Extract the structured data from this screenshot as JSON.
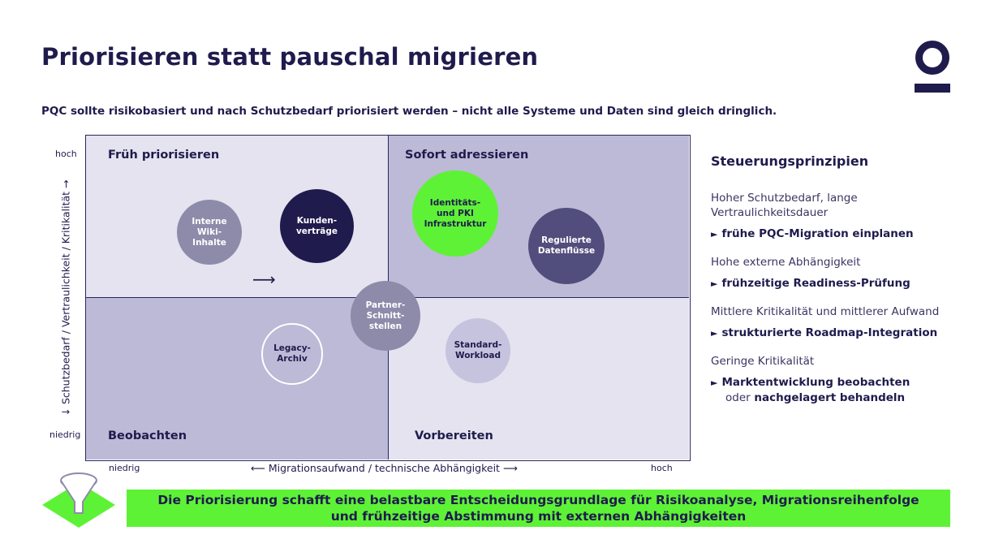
{
  "title": "Priorisieren statt pauschal migrieren",
  "subtitle": "PQC sollte risikobasiert und nach Schutzbedarf priorisiert werden – nicht alle Systeme und Daten sind gleich dringlich.",
  "colors": {
    "navy": "#1f1b4d",
    "green": "#5ef236",
    "lavender_light": "#e4e3ef",
    "lavender": "#bcbad6",
    "bubble_gray": "#8e8aaa",
    "bubble_slate": "#514d7c"
  },
  "matrix": {
    "quadrants": {
      "top_left": "Früh priorisieren",
      "top_right": "Sofort adressieren",
      "bottom_left": "Beobachten",
      "bottom_right": "Vorbereiten"
    },
    "y_axis": {
      "label": "↓  Schutzbedarf / Vertraulichkeit / Kritikalität  →",
      "high": "hoch",
      "low": "niedrig"
    },
    "x_axis": {
      "label": "⟵ Migrationsaufwand / technische Abhängigkeit ⟶",
      "low": "niedrig",
      "high": "hoch"
    },
    "arrow": "⟶",
    "bubbles": [
      {
        "label": "Interne\nWiki-\nInhalte",
        "style": "gray"
      },
      {
        "label": "Kunden-\nverträge",
        "style": "navy"
      },
      {
        "label": "Identitäts-\nund PKI\nInfrastruktur",
        "style": "green"
      },
      {
        "label": "Regulierte\nDatenflüsse",
        "style": "slate"
      },
      {
        "label": "Partner-\nSchnitt-\nstellen",
        "style": "gray"
      },
      {
        "label": "Legacy-\nArchiv",
        "style": "outline"
      },
      {
        "label": "Standard-\nWorkload",
        "style": "pale"
      }
    ]
  },
  "sidebar": {
    "title": "Steuerungsprinzipien",
    "principles": [
      {
        "condition": "Hoher Schutzbedarf, lange Vertraulichkeitsdauer",
        "action": "frühe PQC-Migration einplanen"
      },
      {
        "condition": "Hohe externe Abhängigkeit",
        "action": "frühzeitige Readiness-Prüfung"
      },
      {
        "condition": "Mittlere Kritikalität und mittlerer Aufwand",
        "action": "strukturierte Roadmap-Integration"
      },
      {
        "condition": "Geringe Kritikalität",
        "action": "Marktentwicklung beobachten",
        "action_connector": "oder",
        "action_tail": "nachgelagert behandeln"
      }
    ],
    "bullet": "►"
  },
  "banner": {
    "line1": "Die Priorisierung schafft eine belastbare Entscheidungsgrundlage für Risikoanalyse, Migrationsreihenfolge",
    "line2": "und frühzeitige Abstimmung mit externen Abhängigkeiten"
  },
  "icons": {
    "logo": "o-logo-icon",
    "funnel": "funnel-icon"
  }
}
